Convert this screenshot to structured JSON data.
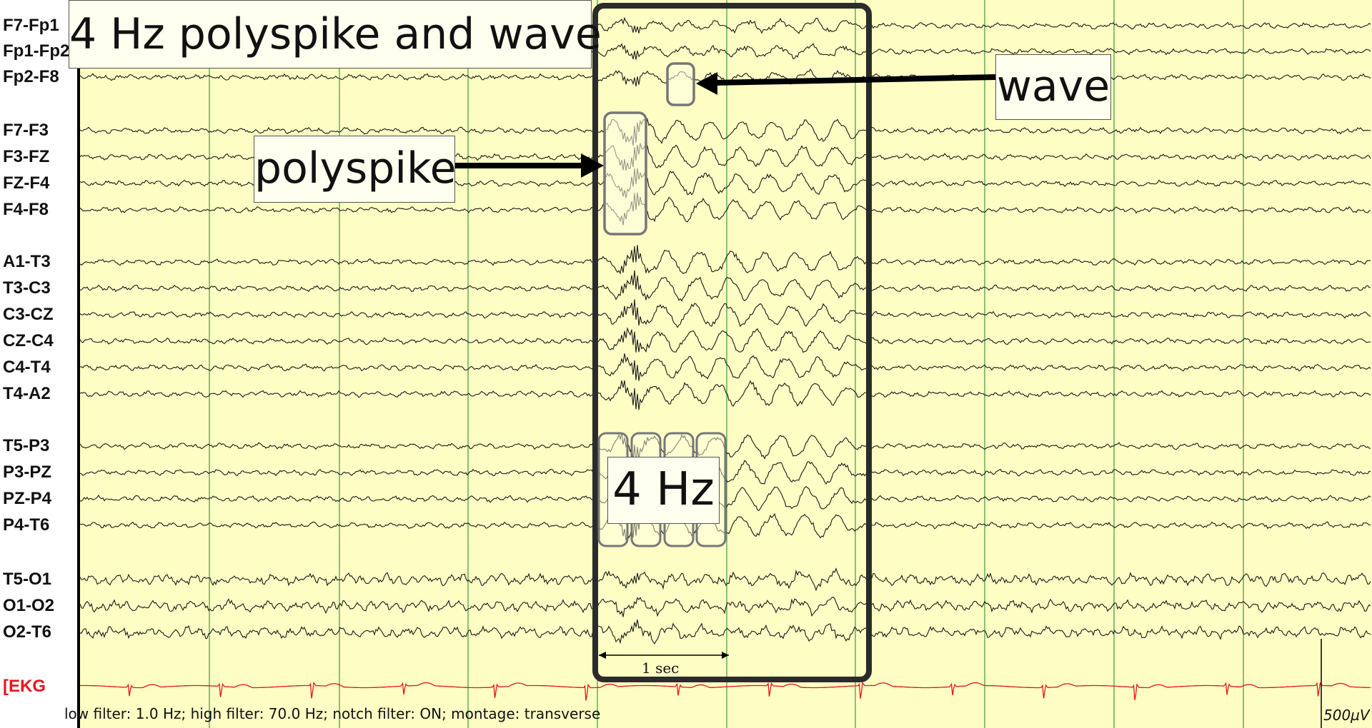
{
  "title": "4 Hz polyspike and wave",
  "annotations": {
    "wave": "wave",
    "polyspike": "polyspike",
    "frequency": "4 Hz",
    "time_scale": "1 sec"
  },
  "channels": [
    {
      "label": "F7-Fp1"
    },
    {
      "label": "Fp1-Fp2"
    },
    {
      "label": "Fp2-F8"
    },
    {
      "label": "F7-F3"
    },
    {
      "label": "F3-FZ"
    },
    {
      "label": "FZ-F4"
    },
    {
      "label": "F4-F8"
    },
    {
      "label": "A1-T3"
    },
    {
      "label": "T3-C3"
    },
    {
      "label": "C3-CZ"
    },
    {
      "label": "CZ-C4"
    },
    {
      "label": "C4-T4"
    },
    {
      "label": "T4-A2"
    },
    {
      "label": "T5-P3"
    },
    {
      "label": "P3-PZ"
    },
    {
      "label": "PZ-P4"
    },
    {
      "label": "P4-T6"
    },
    {
      "label": "T5-O1"
    },
    {
      "label": "O1-O2"
    },
    {
      "label": "O2-T6"
    }
  ],
  "ekg_label": "[EKG",
  "footer": "low filter: 1.0 Hz; high filter: 70.0 Hz; notch filter: ON; montage: transverse",
  "amplitude_scale": "500µV",
  "colors": {
    "background": "#fdfdc4",
    "trace": "#1a1a1a",
    "ekg": "#e8141d",
    "grid": "#3c9a3c",
    "highlight_box": "#2b2b2b"
  }
}
